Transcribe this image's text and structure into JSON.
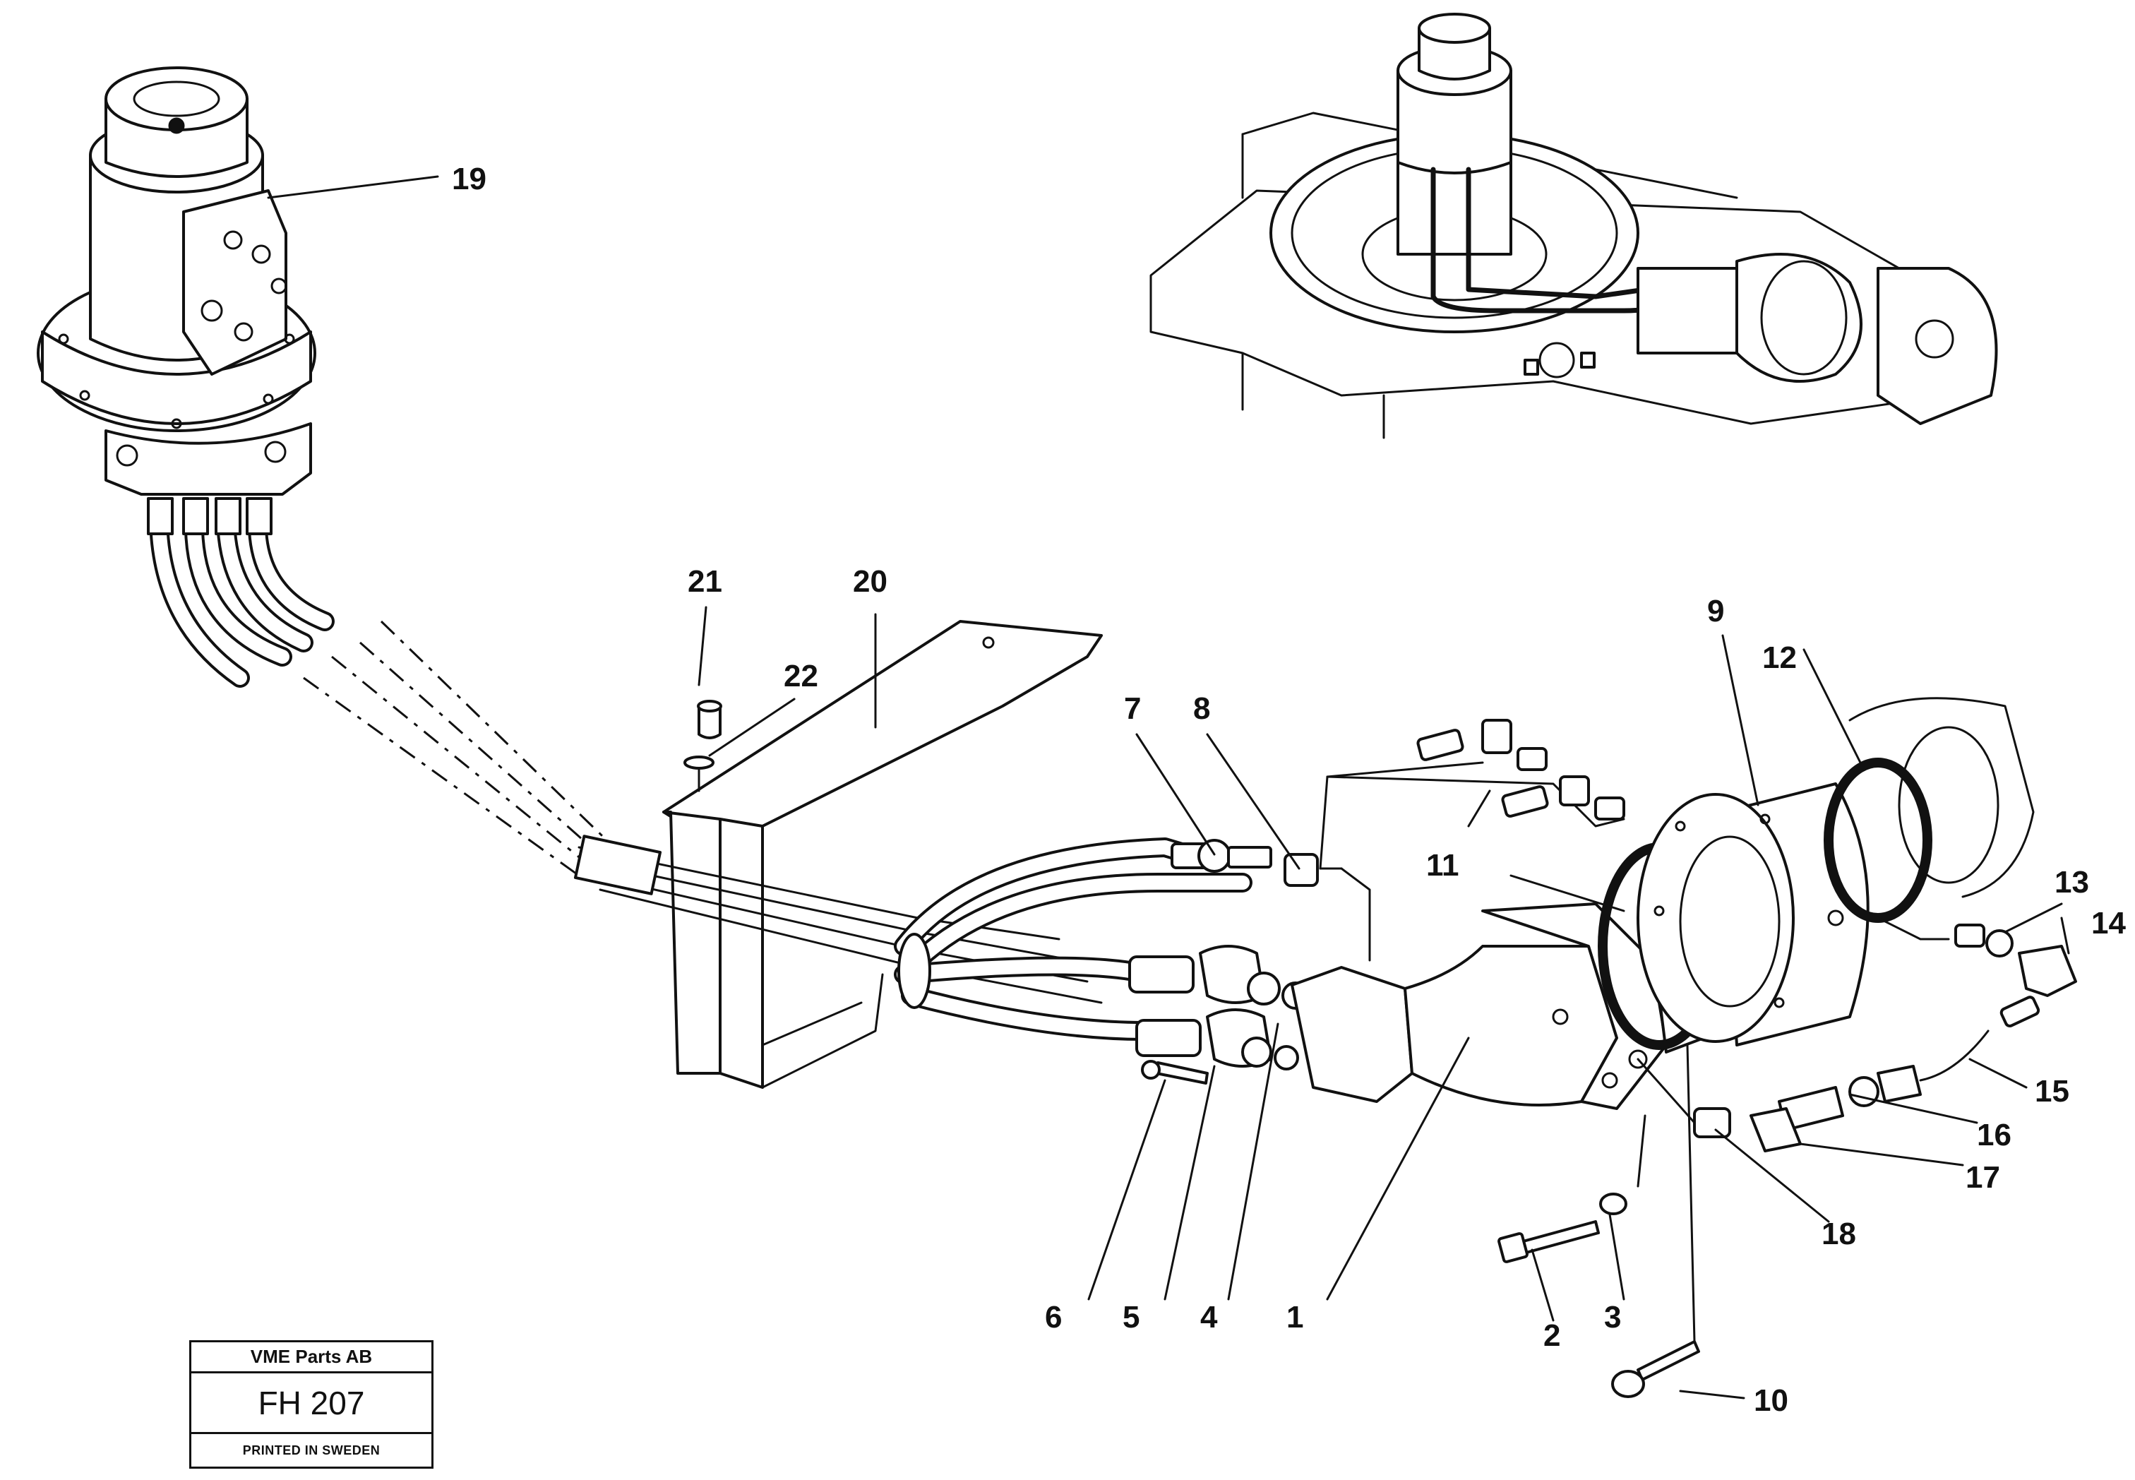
{
  "callouts": {
    "c1": "1",
    "c2": "2",
    "c3": "3",
    "c4": "4",
    "c5": "5",
    "c6": "6",
    "c7": "7",
    "c8": "8",
    "c9": "9",
    "c10": "10",
    "c11": "11",
    "c12": "12",
    "c13": "13",
    "c14": "14",
    "c15": "15",
    "c16": "16",
    "c17": "17",
    "c18": "18",
    "c19": "19",
    "c20": "20",
    "c21": "21",
    "c22": "22"
  },
  "title_block": {
    "company": "VME Parts AB",
    "code": "FH 207",
    "printed": "PRINTED IN SWEDEN"
  }
}
